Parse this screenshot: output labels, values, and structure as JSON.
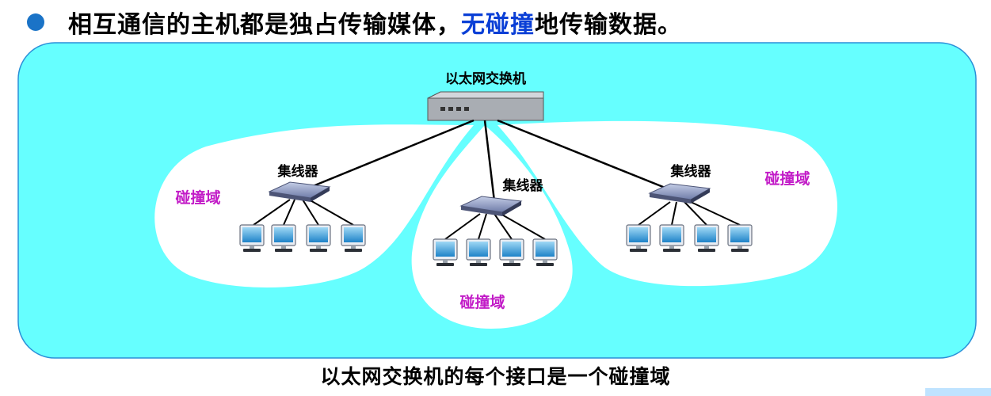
{
  "header": {
    "title_before": "相互通信的主机都是独占传输媒体，",
    "title_highlight": "无碰撞",
    "title_after": "地传输数据。"
  },
  "diagram": {
    "switch_label": "以太网交换机",
    "hub_label": "集线器",
    "collision_domain_label": "碰撞域",
    "hubs": [
      {
        "label": "集线器",
        "hosts": 4,
        "domain_label": "碰撞域"
      },
      {
        "label": "集线器",
        "hosts": 4,
        "domain_label": "碰撞域"
      },
      {
        "label": "集线器",
        "hosts": 4,
        "domain_label": "碰撞域"
      }
    ]
  },
  "caption": "以太网交换机的每个接口是一个碰撞域",
  "colors": {
    "background_area": "#66ffff",
    "area_border": "#2a8fd8",
    "highlight_text": "#0a3fd6",
    "collision_label": "#c21cc7",
    "bullet": "#1a73c7"
  }
}
